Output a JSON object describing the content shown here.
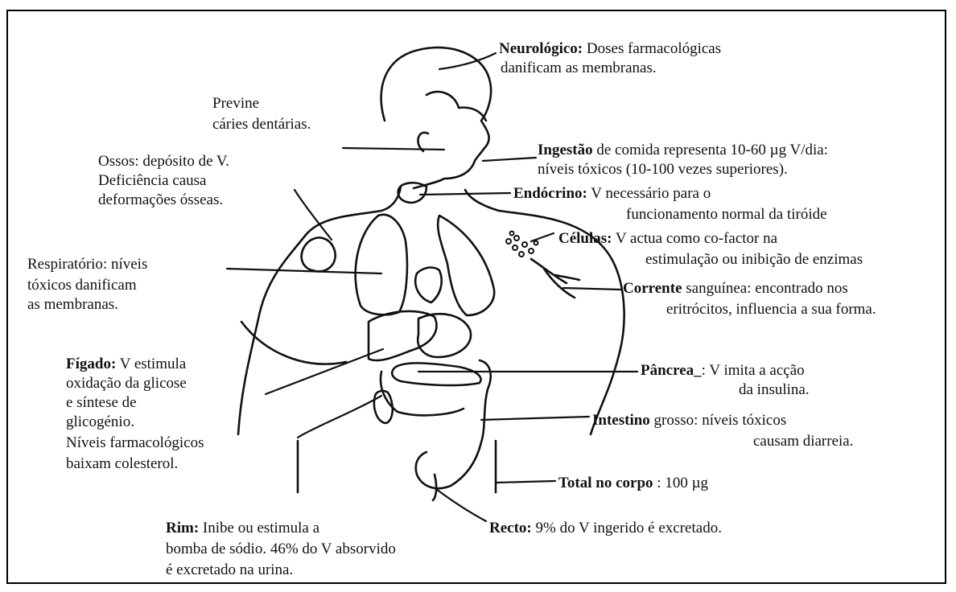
{
  "labels": {
    "neuro": {
      "bold": "Neurológico:",
      "rest": " Doses farmacológicas",
      "line2": "danificam as membranas."
    },
    "previne": {
      "line1": "Previne",
      "line2": "cáries dentárias."
    },
    "ossos": {
      "line1": "Ossos: depósito de V.",
      "line2": "Deficiência causa",
      "line3": "deformações ósseas."
    },
    "ingestao": {
      "bold": "Ingestão",
      "rest": " de comida representa 10-60 µg V/dia:",
      "line2": "níveis tóxicos (10-100 vezes superiores)."
    },
    "endocrino": {
      "bold": "Endócrino:",
      "rest": " V necessário para o",
      "line2": "funcionamento normal da tiróide"
    },
    "celulas": {
      "bold": "Células:",
      "rest": " V actua como co-factor na",
      "line2": "estimulação ou inibição de enzimas"
    },
    "respiratorio": {
      "line1": "Respiratório: níveis",
      "line2": "tóxicos danificam",
      "line3": "as membranas."
    },
    "corrente": {
      "bold": "Corrente",
      "rest": " sanguínea: encontrado nos",
      "line2": "eritrócitos, influencia a sua forma."
    },
    "figado": {
      "bold": "Fígado:",
      "rest": " V estimula",
      "line2": "oxidação da glicose",
      "line3": "e síntese de",
      "line4": "glicogénio.",
      "line5": "Níveis farmacológicos",
      "line6": "baixam colesterol."
    },
    "pancreas": {
      "bold": "Pâncrea_",
      "rest": ": V imita a acção",
      "line2": "da insulina."
    },
    "intestino": {
      "bold": "Intestino",
      "rest": " grosso: níveis tóxicos",
      "line2": "causam diarreia."
    },
    "total": {
      "bold": "Total no corpo",
      "rest": " : 100 µg"
    },
    "rim": {
      "bold": "Rim:",
      "rest": " Inibe ou estimula a",
      "line2": "bomba de sódio. 46% do V absorvido",
      "line3": "é excretado na urina."
    },
    "recto": {
      "bold": "Recto:",
      "rest": " 9% do V ingerido é excretado."
    }
  }
}
